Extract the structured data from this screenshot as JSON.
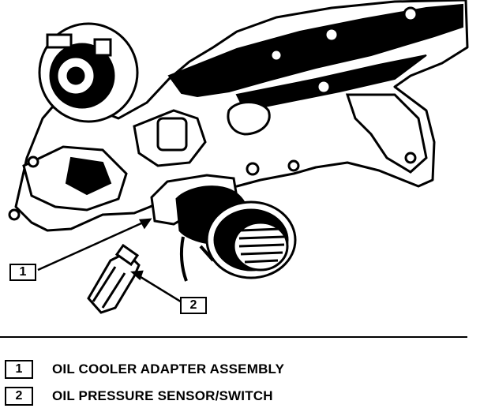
{
  "callouts": [
    {
      "number": "1"
    },
    {
      "number": "2"
    }
  ],
  "legend": [
    {
      "number": "1",
      "label": "OIL COOLER ADAPTER ASSEMBLY"
    },
    {
      "number": "2",
      "label": "OIL PRESSURE SENSOR/SWITCH"
    }
  ],
  "colors": {
    "ink": "#000000",
    "paper": "#ffffff"
  }
}
